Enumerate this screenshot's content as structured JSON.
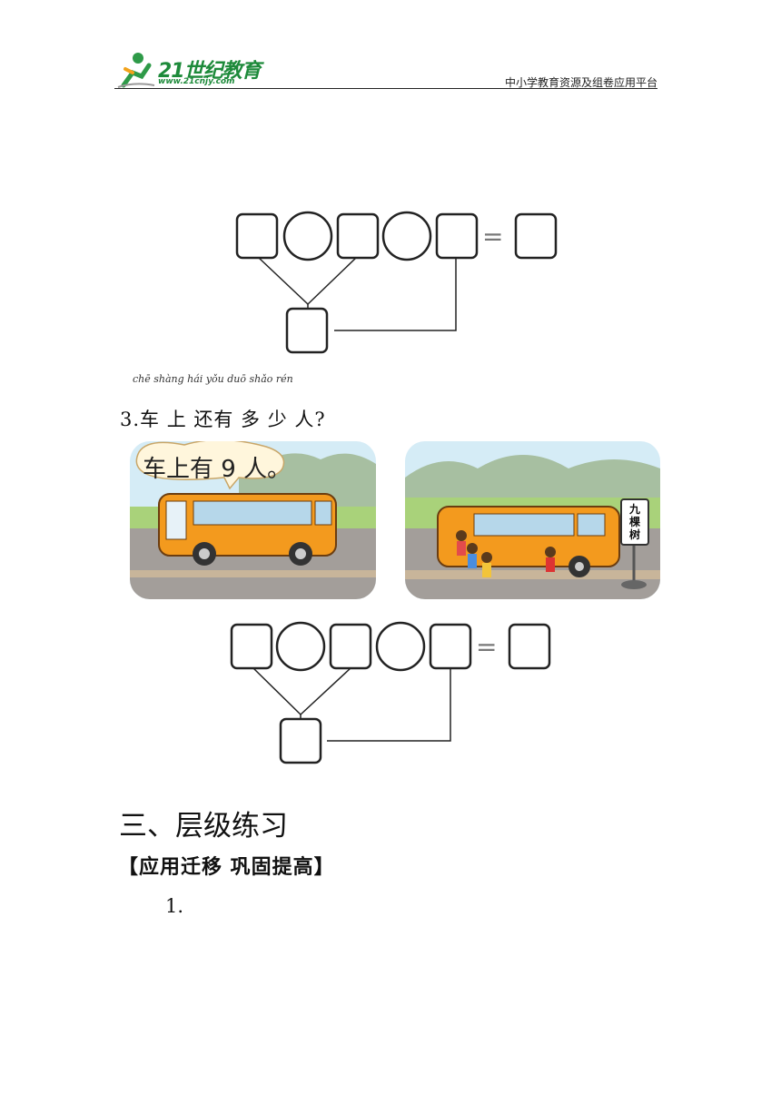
{
  "header": {
    "logo_text": "21世纪教育",
    "logo_url": "www.21cnjy.com",
    "right_text": "中小学教育资源及组卷应用平台"
  },
  "equation_templates": [
    {
      "equals_sign": "="
    },
    {
      "equals_sign": "="
    }
  ],
  "question3": {
    "pinyin": "chē  shàng hái yǒu duō  shǎo rén",
    "text": "3.车  上  还有  多  少  人?"
  },
  "scenes": {
    "left_bubble": "车上有 9 人。",
    "right_sign": [
      "九",
      "棵",
      "树"
    ]
  },
  "section": {
    "title": "三、层级练习",
    "subtitle": "【应用迁移   巩固提高】",
    "item_number": "1."
  },
  "colors": {
    "bus_orange": "#f39a1e",
    "road_gray": "#a39e9a",
    "field_green": "#a9d27a",
    "sky_blue": "#d5ecf6",
    "logo_green": "#1d8a3a"
  }
}
